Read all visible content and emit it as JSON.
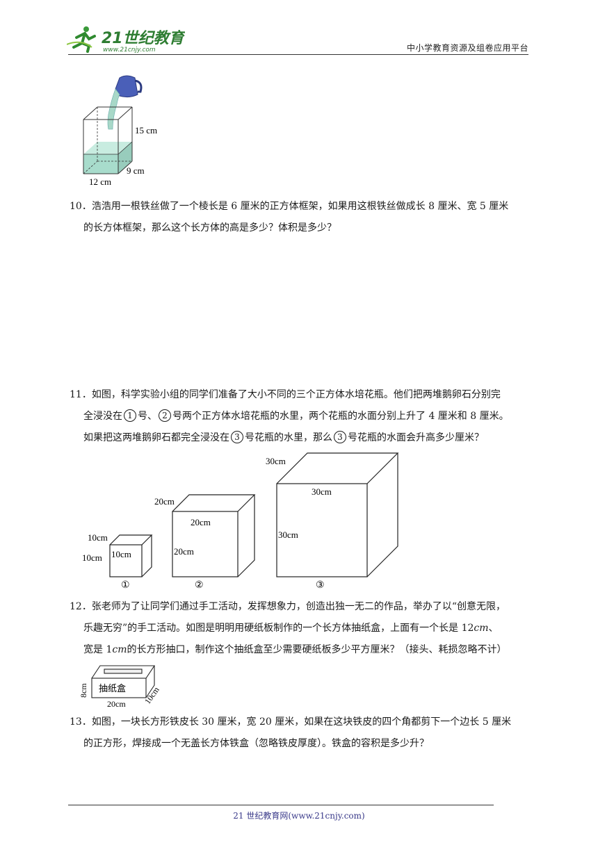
{
  "header": {
    "logo_text": "21世纪教育",
    "logo_sub": "www.21cnjy.com",
    "platform": "中小学教育资源及组卷应用平台"
  },
  "fig_tank": {
    "height_label": "15 cm",
    "width_label": "9 cm",
    "length_label": "12 cm"
  },
  "q10": {
    "number": "10．",
    "line1": "浩浩用一根铁丝做了一个棱长是 6 厘米的正方体框架，如果用这根铁丝做成长 8 厘米、宽 5 厘米",
    "line2": "的长方体框架，那么这个长方体的高是多少？体积是多少？"
  },
  "q11": {
    "number": "11．",
    "line1": "如图，科学实验小组的同学们准备了大小不同的三个正方体水培花瓶。他们把两堆鹅卵石分别完",
    "line2_a": "全浸没在",
    "circle1": "1",
    "line2_b": "号、",
    "circle2": "2",
    "line2_c": "号两个正方体水培花瓶的水里，两个花瓶的水面分别上升了 4 厘米和 8 厘米。",
    "line3_a": "如果把这两堆鹅卵石都完全浸没在",
    "circle3": "3",
    "line3_b": "号花瓶的水里，那么",
    "line3_c": "号花瓶的水面会升高多少厘米？"
  },
  "fig_cubes": {
    "cube1": {
      "top": "10cm",
      "side": "10cm",
      "front": "10cm",
      "caption": "①"
    },
    "cube2": {
      "top": "20cm",
      "front_top": "20cm",
      "front_side": "20cm",
      "caption": "②"
    },
    "cube3": {
      "top": "30cm",
      "front_top": "30cm",
      "front_side": "30cm",
      "caption": "③"
    }
  },
  "q12": {
    "number": "12．",
    "line1": "张老师为了让同学们通过手工活动，发挥想象力，创造出独一无二的作品，举办了以“创意无限，",
    "line2": "乐趣无穷”的手工活动。如图是明明用硬纸板制作的一个长方体抽纸盒，上面有一个长是 12",
    "unit_cm": "cm",
    "line2_end": "、",
    "line3_a": "宽是 1",
    "line3_b": "的长方形抽口，制作这个抽纸盒至少需要硬纸板多少平方厘米？（接头、耗损忽略不计）"
  },
  "fig_box": {
    "label": "抽纸盒",
    "height": "8cm",
    "length": "20cm",
    "width": "10cm"
  },
  "q13": {
    "number": "13．",
    "line1": "如图，一块长方形铁皮长 30 厘米，宽 20 厘米，如果在这块铁皮的四个角都剪下一个边长 5 厘米",
    "line2": "的正方形，焊接成一个无盖长方体铁盒（忽略铁皮厚度）。铁盒的容积是多少升？"
  },
  "footer": {
    "text": "21 世纪教育网(www.21cnjy.com)"
  }
}
